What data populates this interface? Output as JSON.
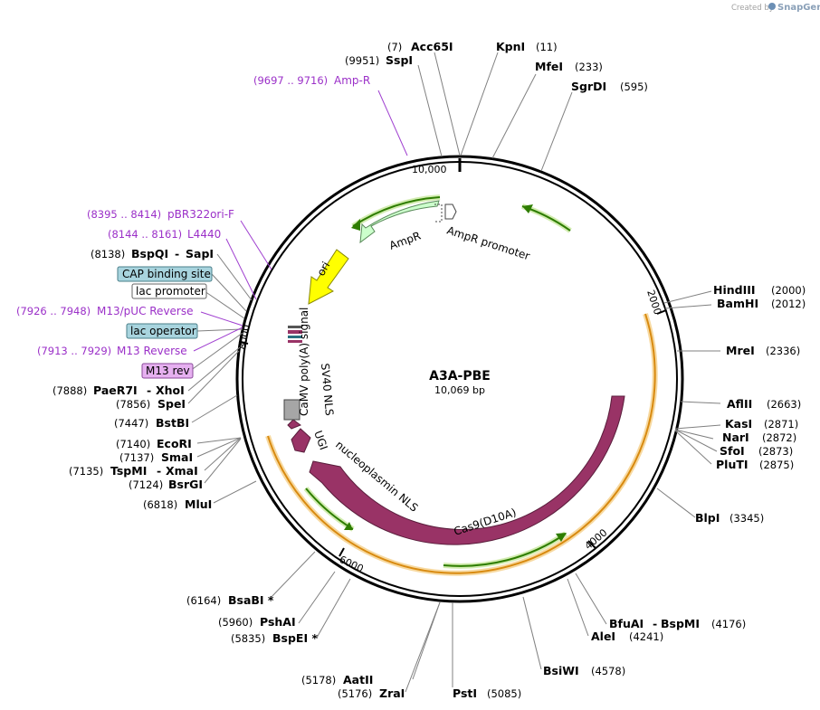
{
  "credit": {
    "prefix": "Created by",
    "brand": "SnapGene"
  },
  "plasmid": {
    "name": "A3A-PBE",
    "length_label": "10,069 bp",
    "total_bp": 10069
  },
  "ticks": [
    {
      "label": "10,000",
      "bp": 10000
    },
    {
      "label": "2000",
      "bp": 2000
    },
    {
      "label": "4000",
      "bp": 4000
    },
    {
      "label": "6000",
      "bp": 6000
    },
    {
      "label": "8000",
      "bp": 8000
    }
  ],
  "sites": [
    {
      "name": "Acc65I",
      "pos": "(7)"
    },
    {
      "name": "KpnI",
      "pos": "(11)"
    },
    {
      "name": "SspI",
      "pos": "(9951)"
    },
    {
      "name": "MfeI",
      "pos": "(233)"
    },
    {
      "name": "SgrDI",
      "pos": "(595)"
    },
    {
      "name": "HindIII",
      "pos": "(2000)"
    },
    {
      "name": "BamHI",
      "pos": "(2012)"
    },
    {
      "name": "MreI",
      "pos": "(2336)"
    },
    {
      "name": "AflII",
      "pos": "(2663)"
    },
    {
      "name": "KasI",
      "pos": "(2871)"
    },
    {
      "name": "NarI",
      "pos": "(2872)"
    },
    {
      "name": "SfoI",
      "pos": "(2873)"
    },
    {
      "name": "PluTI",
      "pos": "(2875)"
    },
    {
      "name": "BlpI",
      "pos": "(3345)"
    },
    {
      "name": "BfuAI",
      "pos": "(4176)",
      "sep": "-",
      "name2": "BspMI"
    },
    {
      "name": "AleI",
      "pos": "(4241)"
    },
    {
      "name": "BsiWI",
      "pos": "(4578)"
    },
    {
      "name": "PstI",
      "pos": "(5085)"
    },
    {
      "name": "AatII",
      "pos": "(5178)"
    },
    {
      "name": "ZraI",
      "pos": "(5176)"
    },
    {
      "name": "BspEI *",
      "pos": "(5835)"
    },
    {
      "name": "PshAI",
      "pos": "(5960)"
    },
    {
      "name": "BsaBI *",
      "pos": "(6164)"
    },
    {
      "name": "MluI",
      "pos": "(6818)"
    },
    {
      "name": "BsrGI",
      "pos": "(7124)"
    },
    {
      "name": "TspMI",
      "pos": "(7135)",
      "sep": "-",
      "name2": "XmaI"
    },
    {
      "name": "SmaI",
      "pos": "(7137)"
    },
    {
      "name": "EcoRI",
      "pos": "(7140)"
    },
    {
      "name": "BstBI",
      "pos": "(7447)"
    },
    {
      "name": "SpeI",
      "pos": "(7856)"
    },
    {
      "name": "PaeR7I",
      "pos": "(7888)",
      "sep": "-",
      "name2": "XhoI"
    },
    {
      "name": "BspQI",
      "pos": "(8138)",
      "sep": "-",
      "name2": "SapI"
    }
  ],
  "primers": [
    {
      "range": "(9697 .. 9716)",
      "name": "Amp-R"
    },
    {
      "range": "(8395 .. 8414)",
      "name": "pBR322ori-F"
    },
    {
      "range": "(8144 .. 8161)",
      "name": "L4440"
    },
    {
      "range": "(7926 .. 7948)",
      "name": "M13/pUC Reverse"
    },
    {
      "range": "(7913 .. 7929)",
      "name": "M13 Reverse"
    }
  ],
  "boxes": [
    {
      "name": "CAP binding site",
      "color": "#a8d4de"
    },
    {
      "name": "lac promoter",
      "color": "#ffffff"
    },
    {
      "name": "lac operator",
      "color": "#a8d4de"
    },
    {
      "name": "M13 rev",
      "color": "#e6b0f0"
    }
  ],
  "features": [
    {
      "name": "AmpR",
      "color": "#ccffcc"
    },
    {
      "name": "AmpR promoter",
      "color": "#ffffff"
    },
    {
      "name": "ori",
      "color": "#ffff00"
    },
    {
      "name": "Cas9(D10A)",
      "color": "#993366"
    },
    {
      "name": "nucleoplasmin NLS",
      "color": "#993366"
    },
    {
      "name": "UGI",
      "color": "#993366"
    },
    {
      "name": "SV40 NLS",
      "color": "#993366"
    },
    {
      "name": "CaMV poly(A) signal",
      "color": "#a6a6a6"
    }
  ],
  "colors": {
    "backbone": "#000000",
    "cas9": "#993366",
    "orf_green": "#2e8b00",
    "orf_orange": "#e0a030",
    "primer": "#9b30c8"
  }
}
